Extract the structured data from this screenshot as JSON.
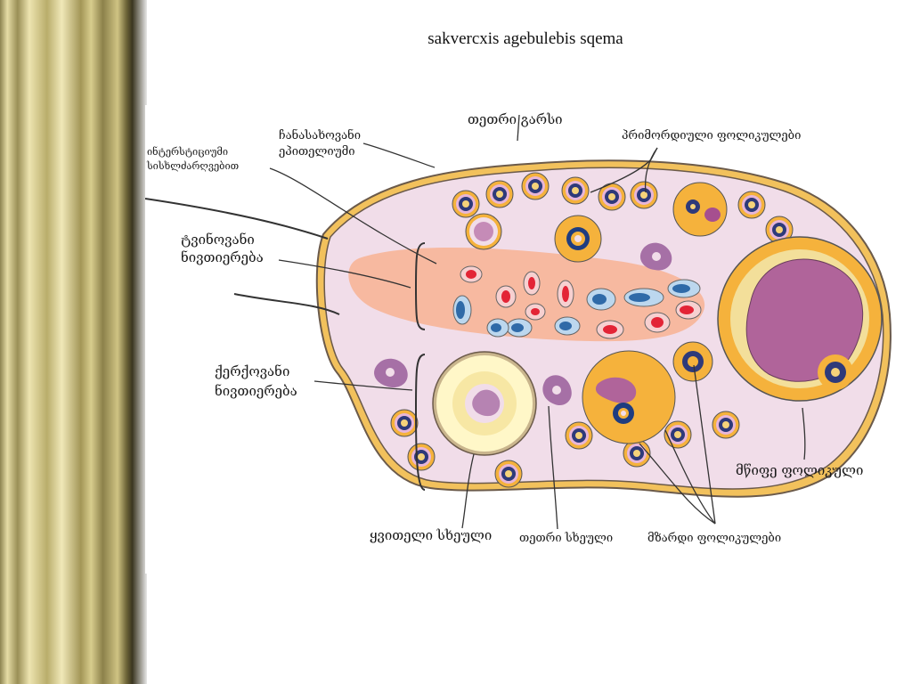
{
  "slide": {
    "title": "sakvercxis agebulebis sqema"
  },
  "diagram": {
    "labels": {
      "tunica_albuginea": "თეთრი გარსი",
      "germinal_epithelium_1": "ჩანასახოვანი",
      "germinal_epithelium_2": "ეპითელიუმი",
      "interstitial_glands_1": "ინტერსტიციუმი",
      "interstitial_glands_2": "სისხლძარღვებით",
      "primordial_follicles": "პრიმორდიული ფოლიკულები",
      "medulla_1": "ტვინოვანი",
      "medulla_2": "ნივთიერება",
      "cortex_1": "ქერქოვანი",
      "cortex_2": "ნივთიერება",
      "mature_follicle": "მწიფე ფოლიკული",
      "corpus_luteum": "ყვითელი სხეული",
      "corpus_albicans": "თეთრი სხეული",
      "growing_follicles": "მზარდი ფოლიკულები"
    },
    "colors": {
      "capsule_outline": "#6b5a4a",
      "capsule_gold": "#f2c15c",
      "stroma": "#f1dde9",
      "medulla": "#f7b9a0",
      "follicle_gold": "#f5b23c",
      "antrum": "#b0649a",
      "vessel_red": "#e32436",
      "vessel_blue": "#2f6aa8",
      "pillar_gold": "#c8bb78"
    }
  }
}
